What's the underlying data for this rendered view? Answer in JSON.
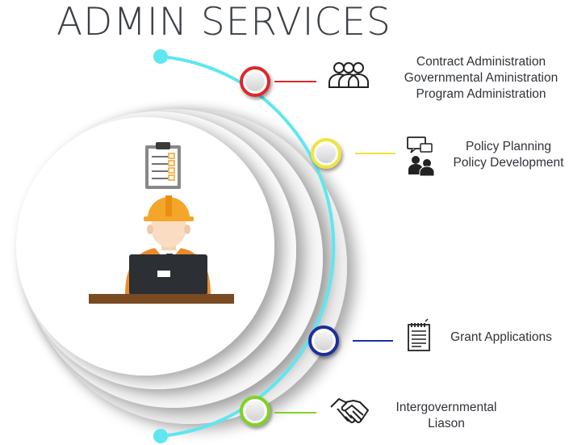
{
  "title": "ADMIN SERVICES",
  "services": [
    {
      "lines": [
        "Contract Administration",
        "Governmental Aministration",
        "Program Administration"
      ],
      "color": "#e0262b",
      "icon": "people-group-icon"
    },
    {
      "lines": [
        "Policy Planning",
        "Policy Development"
      ],
      "color": "#f3e33a",
      "icon": "discussion-icon"
    },
    {
      "lines": [
        "Grant Applications"
      ],
      "color": "#1e2f9c",
      "icon": "document-icon"
    },
    {
      "lines": [
        "Intergovernmental",
        "Liason"
      ],
      "color": "#7ed321",
      "icon": "handshake-icon"
    }
  ],
  "arc_color": "#5ee7ef",
  "illustration": {
    "helmet_color": "#f4a62a",
    "shirt_color": "#ee8a2a",
    "laptop_color": "#2c2f33",
    "desk_color": "#7a4a22"
  }
}
